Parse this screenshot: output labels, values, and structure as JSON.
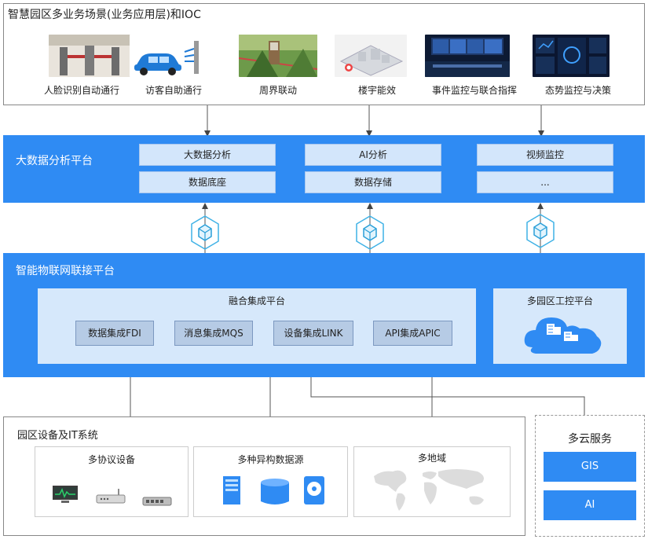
{
  "top_layer": {
    "title": "智慧园区多业务场景(业务应用层)和IOC",
    "scenarios": [
      {
        "label": "人脸识别自动通行",
        "icon": "turnstile-icon"
      },
      {
        "label": "访客自助通行",
        "icon": "car-gate-icon"
      },
      {
        "label": "周界联动",
        "icon": "perimeter-fence-icon"
      },
      {
        "label": "楼宇能效",
        "icon": "building-model-icon"
      },
      {
        "label": "事件监控与联合指挥",
        "icon": "monitor-wall-icon"
      },
      {
        "label": "态势监控与决策",
        "icon": "dashboard-icon"
      }
    ]
  },
  "bigdata": {
    "title": "大数据分析平台",
    "items": [
      "大数据分析",
      "AI分析",
      "视频监控",
      "数据底座",
      "数据存储",
      "..."
    ]
  },
  "iot": {
    "title": "智能物联网联接平台",
    "fusion_title": "融合集成平台",
    "modules": [
      "数据集成FDI",
      "消息集成MQS",
      "设备集成LINK",
      "API集成APIC"
    ],
    "multi_park_title": "多园区工控平台"
  },
  "devices": {
    "title": "园区设备及IT系统",
    "groups": [
      {
        "title": "多协议设备",
        "icons": [
          "monitor-icon",
          "router-icon",
          "switch-icon"
        ]
      },
      {
        "title": "多种异构数据源",
        "icons": [
          "server-icon",
          "database-icon",
          "disk-icon"
        ]
      },
      {
        "title": "多地域",
        "icons": [
          "world-map-icon"
        ]
      }
    ]
  },
  "cloud": {
    "title": "多云服务",
    "items": [
      "GIS",
      "AI"
    ]
  },
  "colors": {
    "platform_blue": "#2f8bf3",
    "light_blue": "#d3e6fb",
    "module_blue": "#b6cbe5",
    "cloud_blue": "#2f8bf3"
  }
}
